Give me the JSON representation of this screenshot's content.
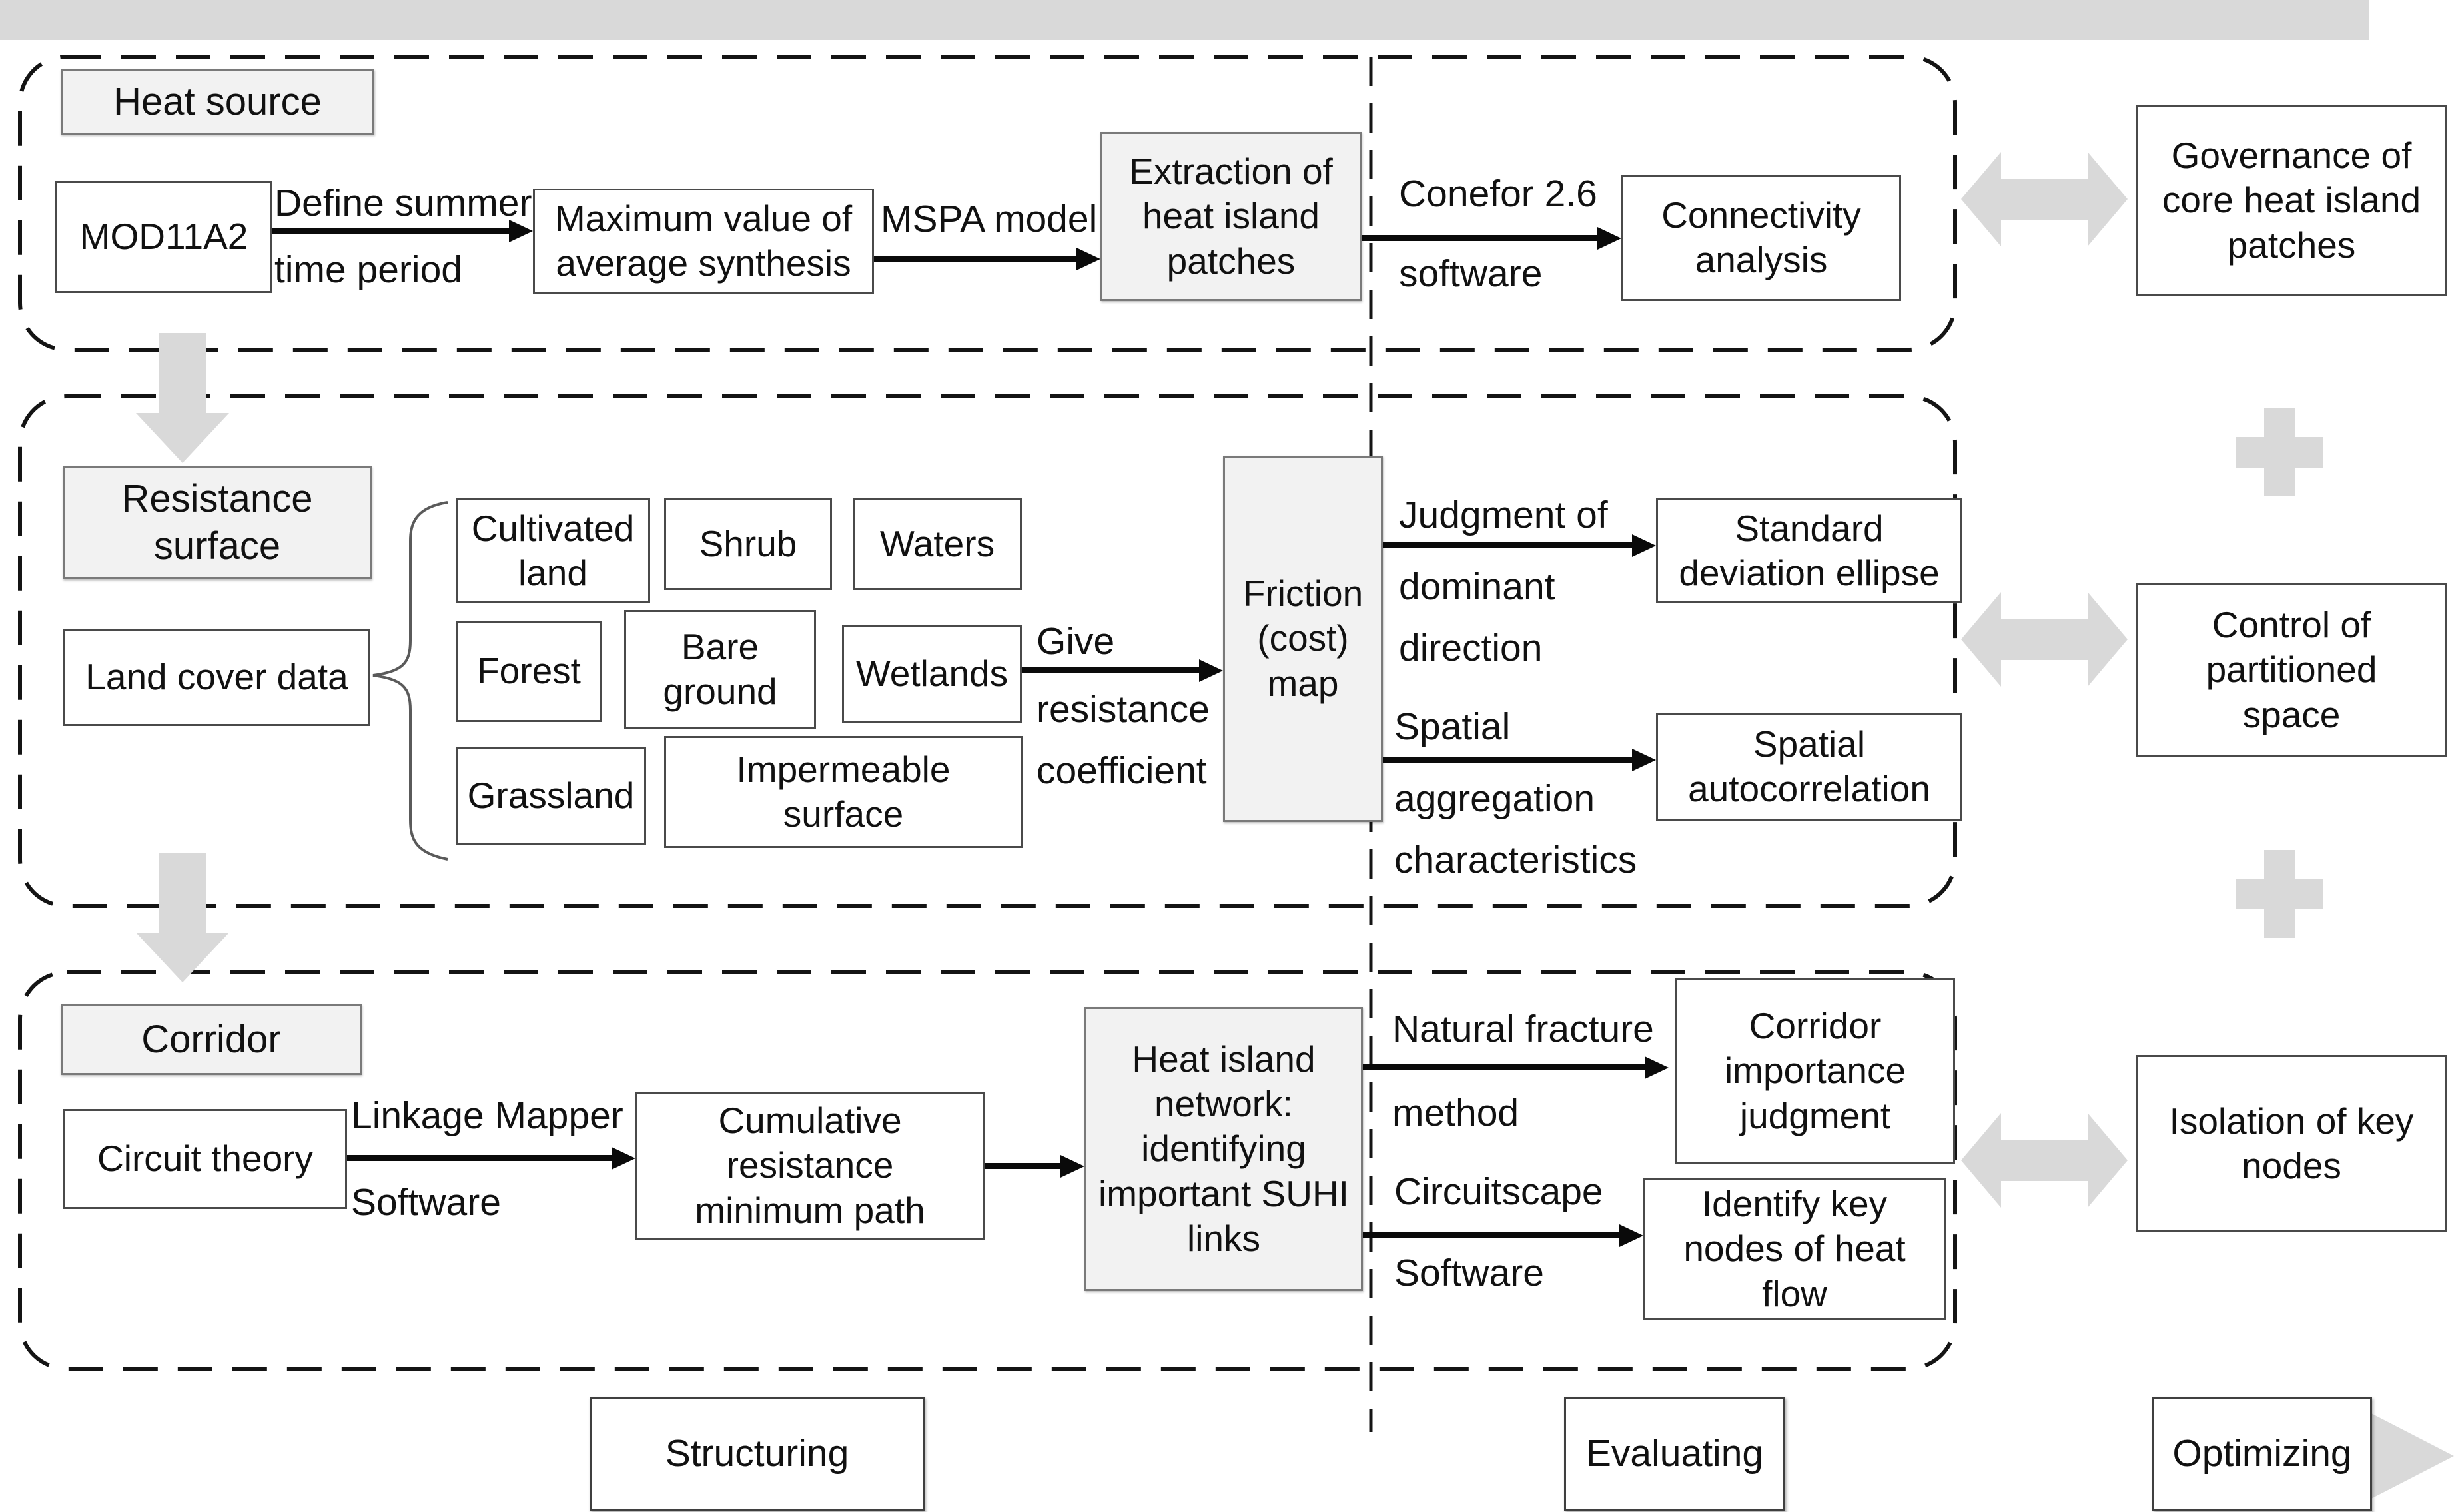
{
  "palette": {
    "background": "#ffffff",
    "box_fill": "#ffffff",
    "shaded_box_fill": "#f2f2f2",
    "box_border": "#4a4a4a",
    "dashed_line": "#141414",
    "arrow_black": "#0a0a0a",
    "gray_shape": "#d9d9d9",
    "text": "#111111"
  },
  "icons": {
    "down_arrow": "down-block-arrow",
    "double_arrow": "left-right-block-arrow",
    "plus": "plus-sign",
    "timeline_arrowhead": "right-arrowhead",
    "brace": "left-curly-brace"
  },
  "row1": {
    "tag": "Heat source",
    "mod11a2": "MOD11A2",
    "define_top": "Define summer",
    "define_bottom": "time period",
    "max_value": "Maximum value of\naverage synthesis",
    "mspa": "MSPA model",
    "extraction": "Extraction of\nheat island\npatches",
    "conefor_top": "Conefor 2.6",
    "conefor_bottom": "software",
    "connectivity": "Connectivity\nanalysis",
    "governance": "Governance of\ncore heat island\npatches"
  },
  "row2": {
    "tag": "Resistance\nsurface",
    "land_cover": "Land cover data",
    "land_types": {
      "cultivated": "Cultivated\nland",
      "shrub": "Shrub",
      "waters": "Waters",
      "forest": "Forest",
      "bare": "Bare\nground",
      "wetlands": "Wetlands",
      "grassland": "Grassland",
      "impermeable": "Impermeable\nsurface"
    },
    "give": "Give",
    "resistance_word": "resistance",
    "coefficient_word": "coefficient",
    "friction": "Friction\n(cost)\nmap",
    "judgment_top": "Judgment of",
    "judgment_mid": "dominant",
    "judgment_bottom": "direction",
    "sde": "Standard\ndeviation ellipse",
    "spatial_top": "Spatial",
    "spatial_mid": "aggregation",
    "spatial_bottom": "characteristics",
    "autocorrelation": "Spatial\nautocorrelation",
    "control": "Control of\npartitioned\nspace"
  },
  "row3": {
    "tag": "Corridor",
    "circuit": "Circuit theory",
    "linkage_top": "Linkage Mapper",
    "linkage_bottom": "Software",
    "cumulative": "Cumulative\nresistance\nminimum path",
    "network": "Heat island\nnetwork:\nidentifying\nimportant SUHI\nlinks",
    "natural_top": "Natural fracture",
    "natural_bottom": "method",
    "corridor_importance": "Corridor\nimportance\njudgment",
    "circuitscape_top": "Circuitscape",
    "circuitscape_bottom": "Software",
    "identify": "Identify key\nnodes of heat\nflow",
    "isolation": "Isolation of key\nnodes"
  },
  "timeline": {
    "structuring": "Structuring",
    "evaluating": "Evaluating",
    "optimizing": "Optimizing"
  }
}
